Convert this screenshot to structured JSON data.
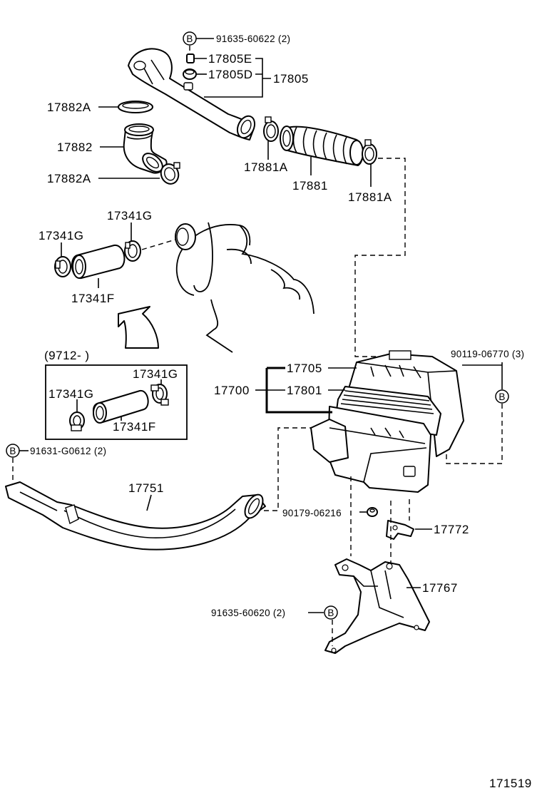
{
  "callout_symbol": "B",
  "labels": {
    "p91635_60622": "91635-60622 (2)",
    "p17805E": "17805E",
    "p17805D": "17805D",
    "p17805": "17805",
    "p17882A_top": "17882A",
    "p17882": "17882",
    "p17882A_bottom": "17882A",
    "p17881A_left": "17881A",
    "p17881": "17881",
    "p17881A_right": "17881A",
    "p17341G_upper": "17341G",
    "p17341G_left": "17341G",
    "p17341F": "17341F",
    "inset_range": "(9712-          )",
    "inset_17341G_right": "17341G",
    "inset_17341G_left": "17341G",
    "inset_17341F": "17341F",
    "p91631_G0612": "91631-G0612 (2)",
    "p17751": "17751",
    "p90119_06770": "90119-06770 (3)",
    "p17705": "17705",
    "p17700": "17700",
    "p17801": "17801",
    "p90179_06216": "90179-06216",
    "p17772": "17772",
    "p17767": "17767",
    "p91635_60620": "91635-60620 (2)",
    "figure_number": "171519"
  }
}
